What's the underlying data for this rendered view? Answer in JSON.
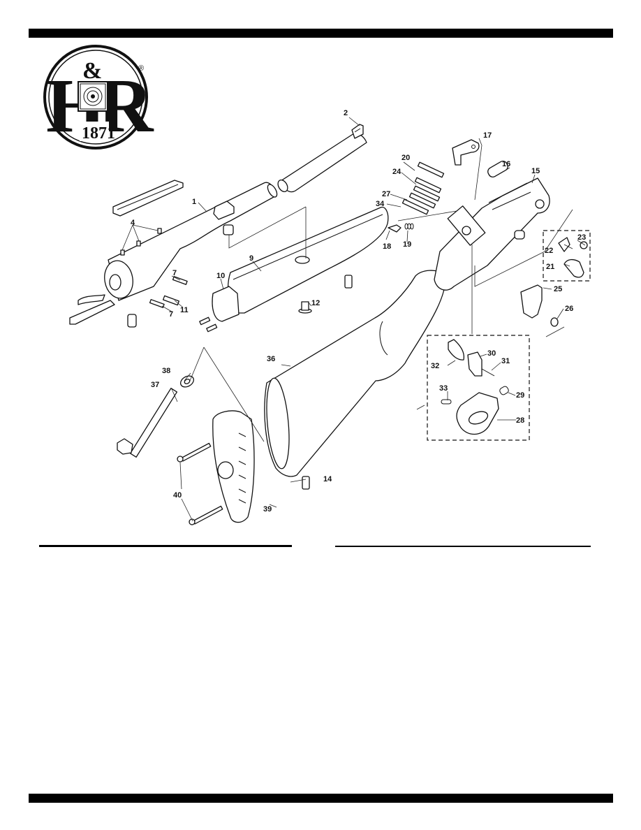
{
  "page": {
    "type": "exploded parts diagram",
    "brand": {
      "logo_letters": "H&R",
      "logo_left_letter": "H",
      "logo_ampersand": "&",
      "logo_right_letter": "R",
      "logo_year": "1871",
      "registered_mark": "®"
    }
  },
  "parts": [
    {
      "number": "1",
      "label": "1"
    },
    {
      "number": "2",
      "label": "2"
    },
    {
      "number": "4",
      "label": "4"
    },
    {
      "number": "7",
      "label": "7"
    },
    {
      "number": "7b",
      "label": "7"
    },
    {
      "number": "9",
      "label": "9"
    },
    {
      "number": "10",
      "label": "10"
    },
    {
      "number": "11",
      "label": "11"
    },
    {
      "number": "12",
      "label": "12"
    },
    {
      "number": "14",
      "label": "14"
    },
    {
      "number": "15",
      "label": "15"
    },
    {
      "number": "16",
      "label": "16"
    },
    {
      "number": "17",
      "label": "17"
    },
    {
      "number": "18",
      "label": "18"
    },
    {
      "number": "19",
      "label": "19"
    },
    {
      "number": "20",
      "label": "20"
    },
    {
      "number": "21",
      "label": "21"
    },
    {
      "number": "22",
      "label": "22"
    },
    {
      "number": "23",
      "label": "23"
    },
    {
      "number": "24",
      "label": "24"
    },
    {
      "number": "25",
      "label": "25"
    },
    {
      "number": "26",
      "label": "26"
    },
    {
      "number": "27",
      "label": "27"
    },
    {
      "number": "28",
      "label": "28"
    },
    {
      "number": "29",
      "label": "29"
    },
    {
      "number": "30",
      "label": "30"
    },
    {
      "number": "31",
      "label": "31"
    },
    {
      "number": "32",
      "label": "32"
    },
    {
      "number": "33",
      "label": "33"
    },
    {
      "number": "34",
      "label": "34"
    },
    {
      "number": "36",
      "label": "36"
    },
    {
      "number": "37",
      "label": "37"
    },
    {
      "number": "38",
      "label": "38"
    },
    {
      "number": "39",
      "label": "39"
    },
    {
      "number": "40",
      "label": "40"
    }
  ],
  "labels": {
    "l1": "1",
    "l2": "2",
    "l4": "4",
    "l7a": "7",
    "l7b": "7",
    "l9": "9",
    "l10": "10",
    "l11": "11",
    "l12": "12",
    "l14": "14",
    "l15": "15",
    "l16": "16",
    "l17": "17",
    "l18": "18",
    "l19": "19",
    "l20": "20",
    "l21": "21",
    "l22": "22",
    "l23": "23",
    "l24": "24",
    "l25": "25",
    "l26": "26",
    "l27": "27",
    "l28": "28",
    "l29": "29",
    "l30": "30",
    "l31": "31",
    "l32": "32",
    "l33": "33",
    "l34": "34",
    "l36": "36",
    "l37": "37",
    "l38": "38",
    "l39": "39",
    "l40": "40"
  },
  "colors": {
    "ink": "#111111",
    "paper": "#ffffff"
  }
}
